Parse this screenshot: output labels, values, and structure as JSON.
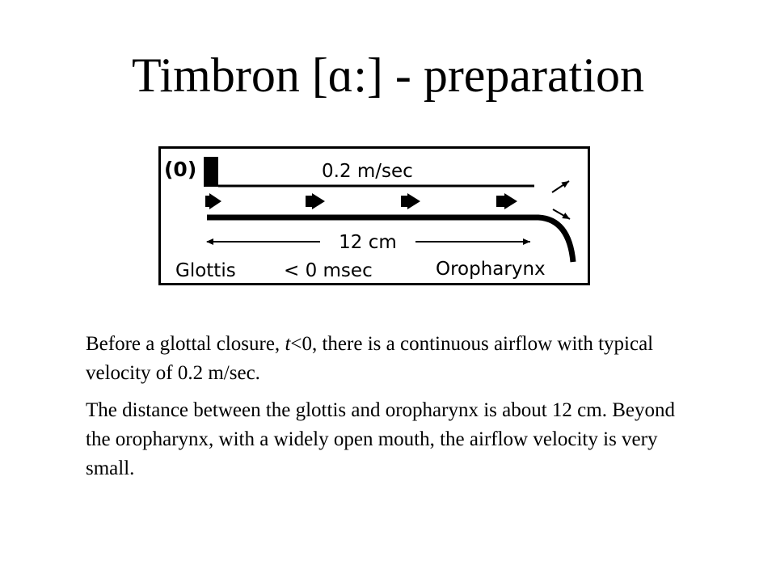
{
  "slide": {
    "title": "Timbron [ɑ:] - preparation"
  },
  "diagram": {
    "step_label": "(0)",
    "velocity_label": "0.2 m/sec",
    "distance_label": "12 cm",
    "left_label": "Glottis",
    "time_label": "< 0 msec",
    "right_label": "Oropharynx"
  },
  "text": {
    "p1_before": "Before a glottal closure, ",
    "p1_var": "t",
    "p1_after": "<0, there is a continuous airflow with typical velocity of 0.2 m/sec.",
    "p2": "The distance between the glottis and oropharynx is about 12 cm. Beyond the oropharynx, with a widely open mouth, the airflow velocity is very small."
  }
}
